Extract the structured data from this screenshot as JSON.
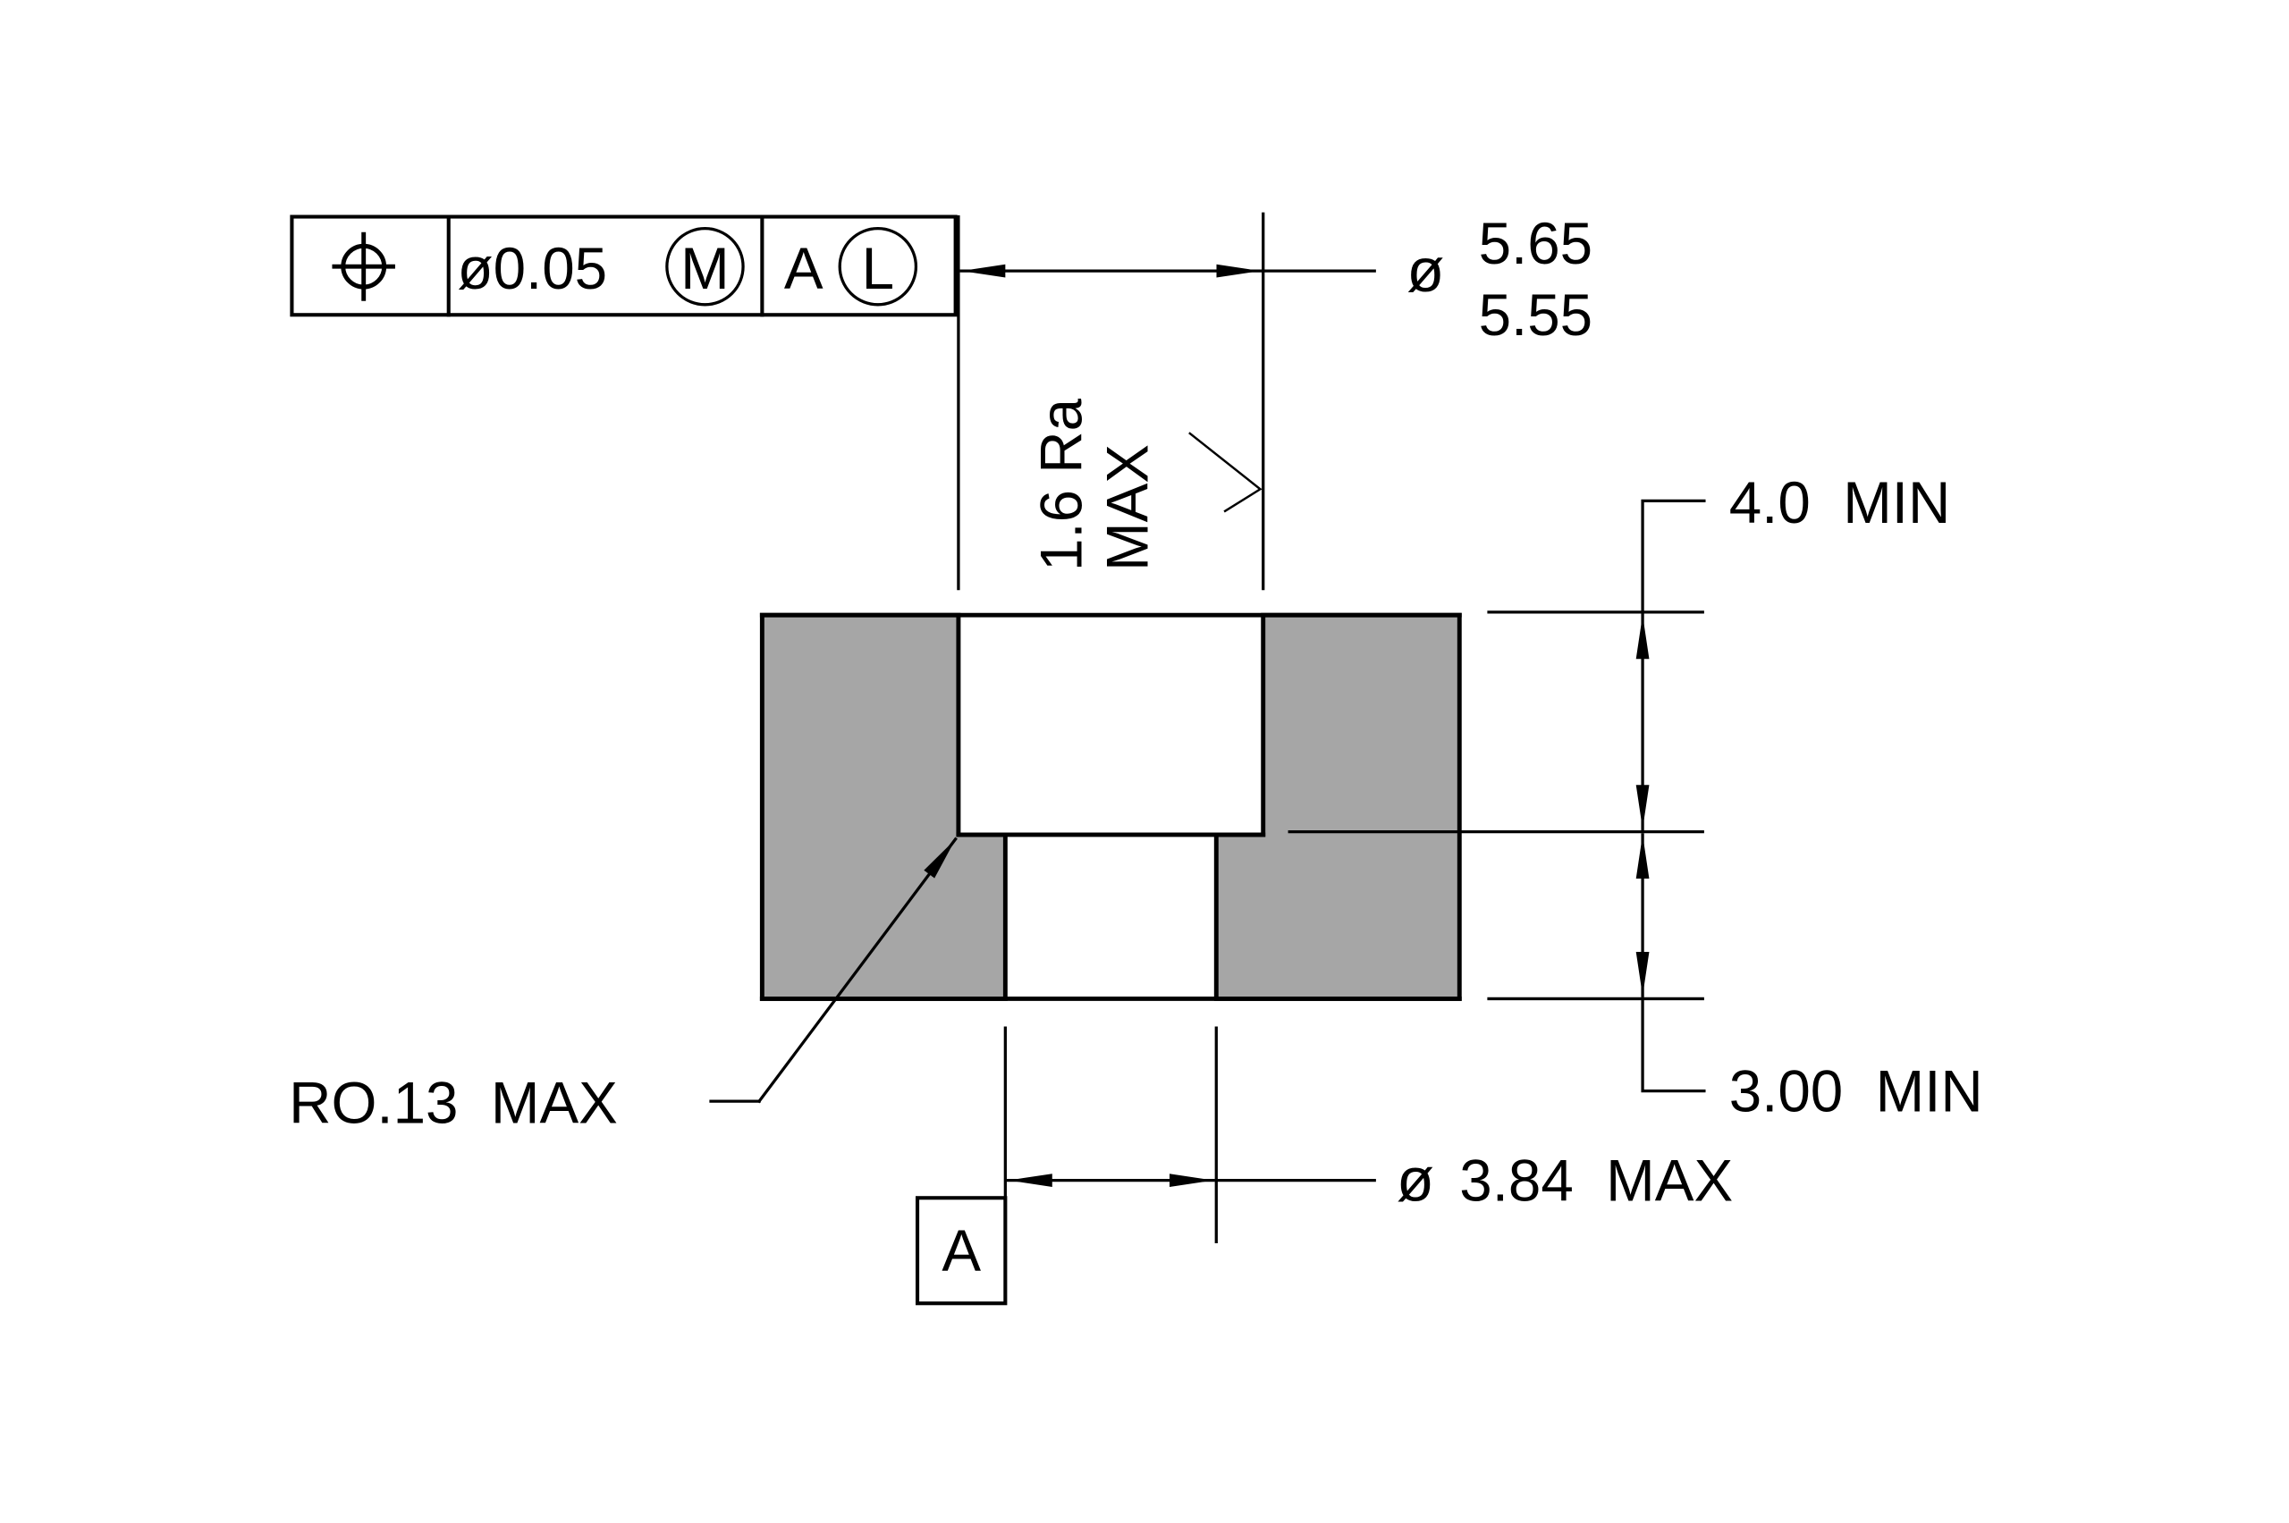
{
  "colors": {
    "ink": "#000000",
    "section": "#a6a6a6",
    "background": "#ffffff"
  },
  "feature_control_frame": {
    "symbol_icon": "position-icon",
    "tolerance": "ø0.05",
    "tolerance_modifier": "M",
    "datum": "A",
    "datum_modifier": "L"
  },
  "dims": {
    "bore_symbol": "ø",
    "bore_upper": "5.65",
    "bore_lower": "5.55",
    "finish_value": "1.6 Ra",
    "finish_limit": "MAX",
    "counterbore_depth": "4.0  MIN",
    "through_length": "3.00  MIN",
    "radius": "RO.13  MAX",
    "hole_symbol": "ø",
    "hole": "3.84  MAX"
  },
  "datum_label": "A"
}
